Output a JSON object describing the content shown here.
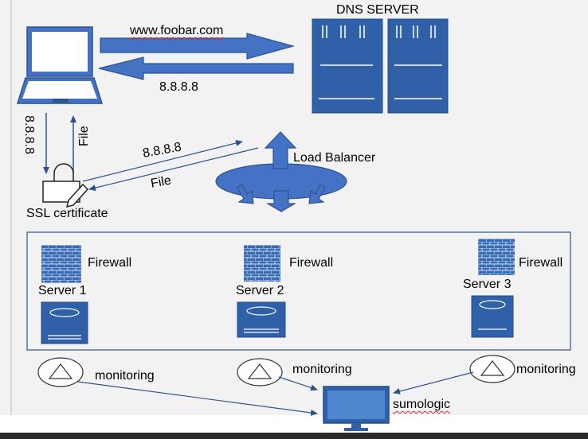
{
  "dns_title": "DNS SERVER",
  "request_domain": "www.foobar.com",
  "dns_reply_ip": "8.8.8.8",
  "laptop_to_ssl_ip": "8.8.8.8",
  "ssl_to_laptop_file": "File",
  "ssl_to_lb_ip": "8.8.8.8",
  "lb_to_ssl_file": "File",
  "ssl_label": "SSL certificate",
  "lb_label": "Load Balancer",
  "servers": [
    {
      "firewall": "Firewall",
      "name": "Server 1"
    },
    {
      "firewall": "Firewall",
      "name": "Server 2"
    },
    {
      "firewall": "Firewall",
      "name": "Server 3"
    }
  ],
  "monitors": [
    "monitoring",
    "monitoring",
    "monitoring"
  ],
  "sumologic_label": "sumologic",
  "colors": {
    "accent": "#4472c4",
    "dark_blue": "#1f4e8c",
    "outline": "#2f528f",
    "canvas_bg": "#f2f2f2",
    "bottom_bar": "#2b2b2b"
  }
}
